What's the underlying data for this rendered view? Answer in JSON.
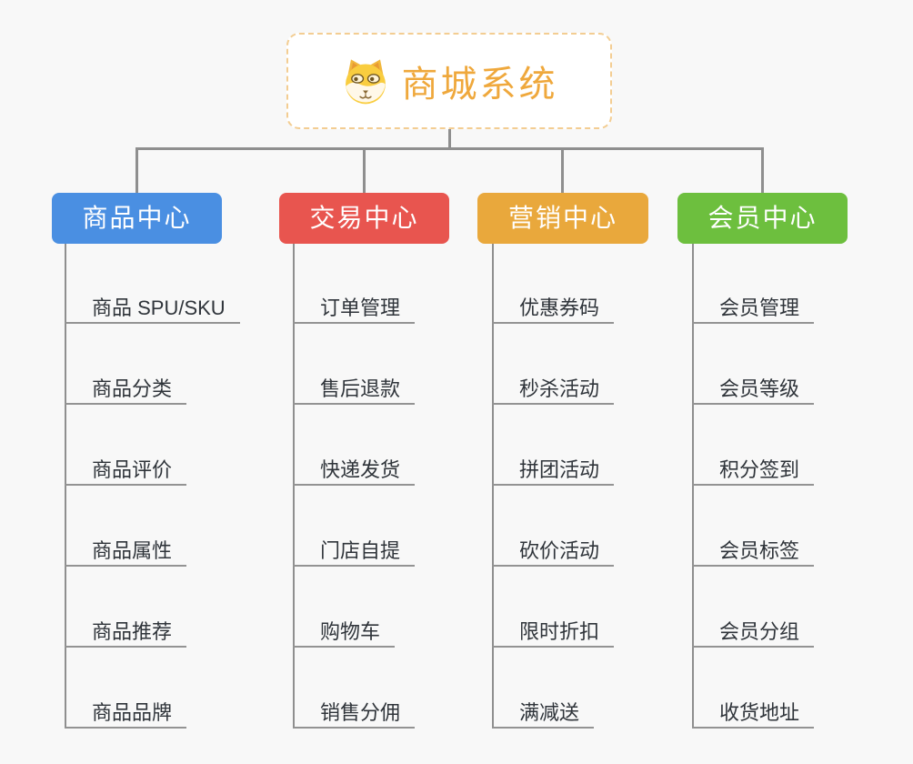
{
  "page": {
    "background_color": "#F8F8F8",
    "connector_color": "#8F8F8F"
  },
  "root": {
    "title": "商城系统",
    "icon": "dog-face-icon",
    "title_color": "#EFA83C",
    "border_color": "#F3CD92"
  },
  "branches": [
    {
      "label": "商品中心",
      "color": "#4A8FE2",
      "children": [
        "商品 SPU/SKU",
        "商品分类",
        "商品评价",
        "商品属性",
        "商品推荐",
        "商品品牌"
      ]
    },
    {
      "label": "交易中心",
      "color": "#E8554F",
      "children": [
        "订单管理",
        "售后退款",
        "快递发货",
        "门店自提",
        "购物车",
        "销售分佣"
      ]
    },
    {
      "label": "营销中心",
      "color": "#E9A83C",
      "children": [
        "优惠券码",
        "秒杀活动",
        "拼团活动",
        "砍价活动",
        "限时折扣",
        "满减送"
      ]
    },
    {
      "label": "会员中心",
      "color": "#6DBF3E",
      "children": [
        "会员管理",
        "会员等级",
        "积分签到",
        "会员标签",
        "会员分组",
        "收货地址"
      ]
    }
  ]
}
